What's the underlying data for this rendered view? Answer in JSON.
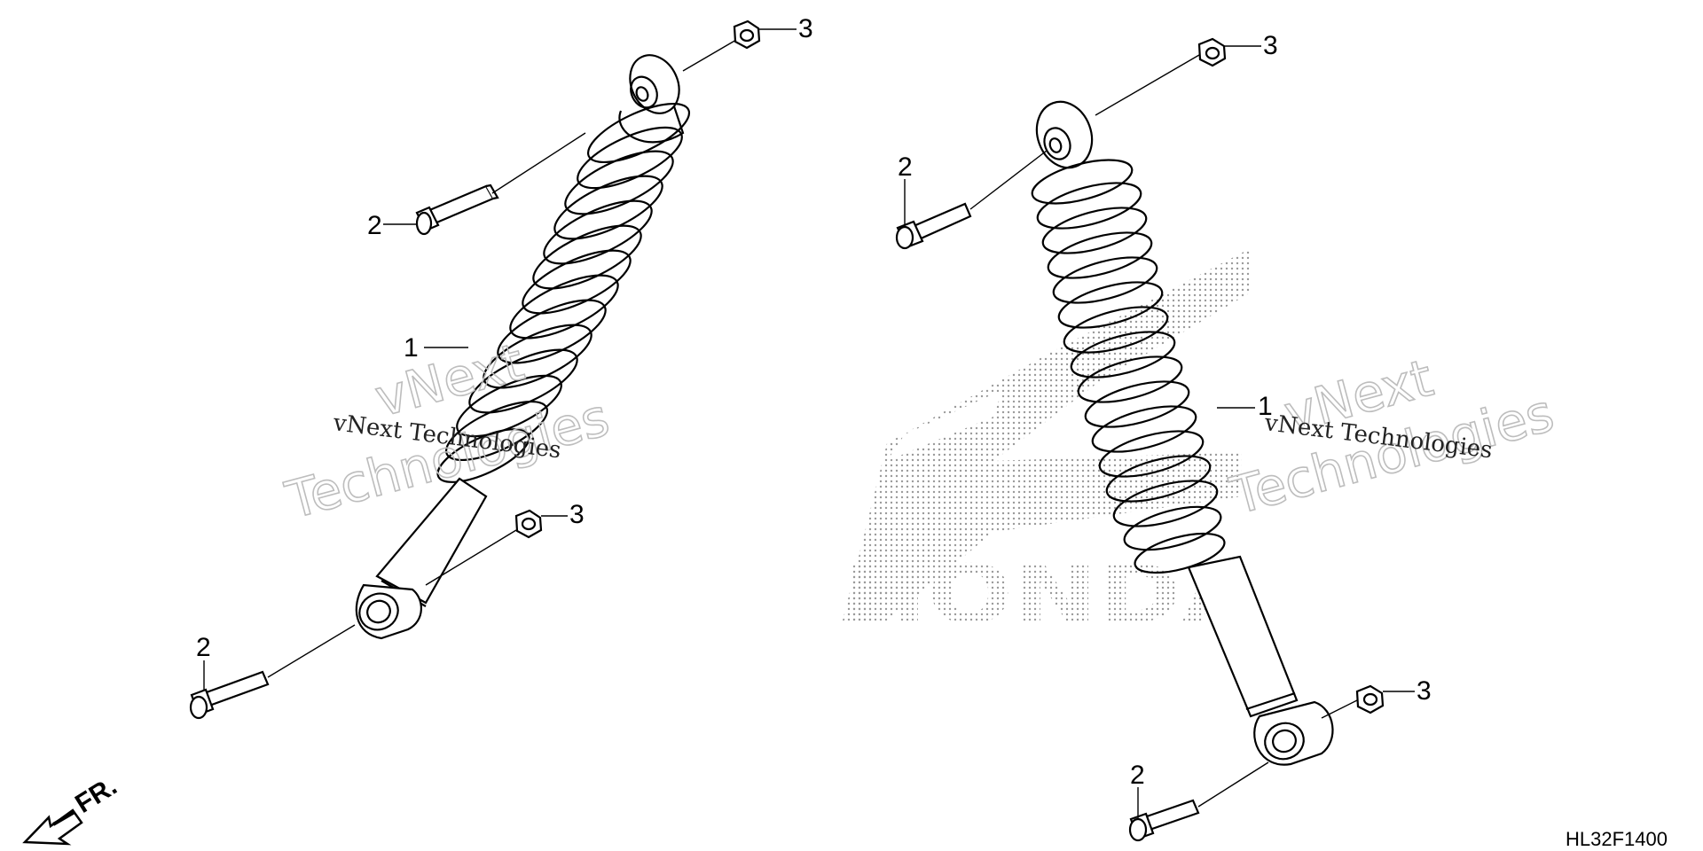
{
  "diagram": {
    "part_callouts": {
      "shock_absorber": "1",
      "bolt": "2",
      "nut": "3"
    },
    "orientation_label": "FR.",
    "diagram_code": "HL32F1400"
  },
  "watermark": {
    "line1": "vNext",
    "line2": "Technologies",
    "plain": "vNext Technologies"
  },
  "brand": {
    "name": "HONDA"
  },
  "colors": {
    "line": "#000000",
    "watermark_outline": "#bdbdbd",
    "honda_dots": "#9a9a9a"
  }
}
